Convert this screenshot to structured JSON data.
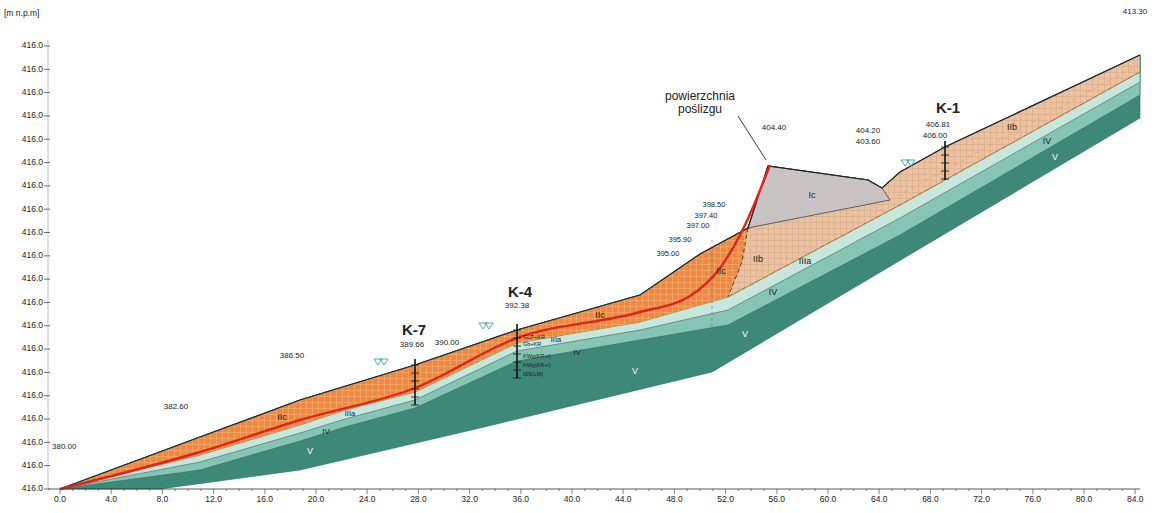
{
  "diagram": {
    "labels": [
      "[m n.p.m]",
      "416.0",
      "416.0",
      "416.0",
      "416.0",
      "416.0",
      "416.0",
      "416.0",
      "416.0",
      "416.0",
      "416.0",
      "416.0",
      "416.0",
      "416.0",
      "416.0",
      "416.0",
      "416.0",
      "416.0",
      "416.0",
      "416.0",
      "416.0",
      "0.0",
      "4.0",
      "8.0",
      "12.0",
      "16.0",
      "20.0",
      "24.0",
      "28.0",
      "32.0",
      "36.0",
      "40.0",
      "44.0",
      "48.0",
      "52.0",
      "56.0",
      "60.0",
      "64.0",
      "68.0",
      "72.0",
      "76.0",
      "80.0",
      "84.0",
      "413.30",
      "K-1",
      "406.81",
      "406.00",
      "404.20",
      "403.60",
      "powierzchnia poślizgu",
      "404.40",
      "398.50",
      "397.40",
      "397.00",
      "395.90",
      "395.00",
      "K-4",
      "392.38",
      "K-7",
      "389.66",
      "390.00",
      "386.50",
      "382.60",
      "380.00",
      "IIb",
      "IV",
      "V",
      "Ic",
      "IIb",
      "IIIa",
      "IV",
      "V",
      "IIc",
      "IIc",
      "IIIa",
      "IV",
      "V",
      "IIc",
      "IIIa",
      "IV",
      "V",
      "GLP+KR",
      "Gb+KR",
      "KWg(KR+I)",
      "KWg(KR+I)",
      "ISS(LM)"
    ]
  }
}
